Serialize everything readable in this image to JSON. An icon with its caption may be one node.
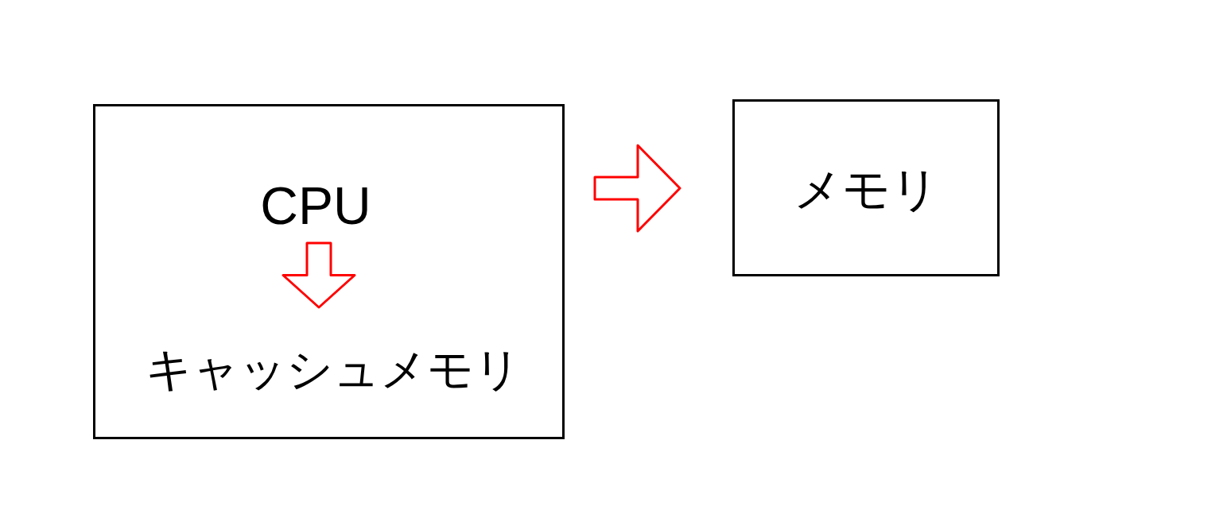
{
  "diagram": {
    "nodes": [
      {
        "text": [],
        "shape": "box"
      },
      {
        "text": [
          "CPU"
        ],
        "in": 0
      },
      {
        "text": [
          "キャッシュメモリ"
        ],
        "in": 0
      },
      {
        "text": [
          "メモリ"
        ]
      }
    ],
    "edges": [
      {
        "from": 0,
        "to": 3,
        "arrow": "to"
      },
      {
        "from": 1,
        "to": 2,
        "arrow": "to"
      }
    ]
  }
}
